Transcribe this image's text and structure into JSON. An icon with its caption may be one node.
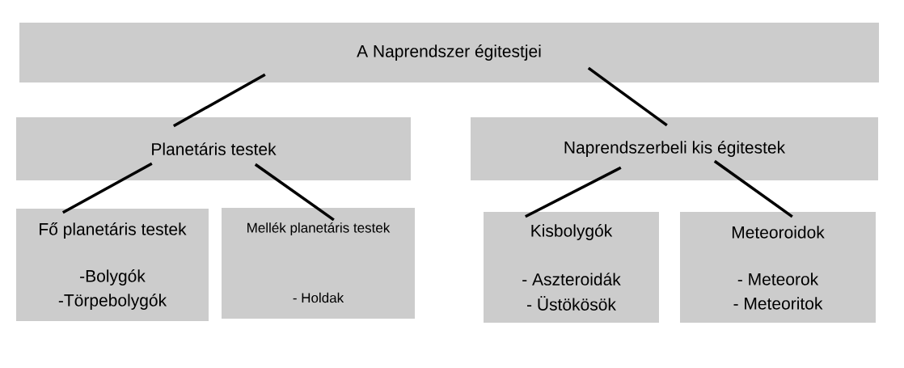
{
  "diagram": {
    "nodes": [
      {
        "text": [
          "A Naprendszer égitestjei"
        ]
      },
      {
        "text": [
          "Planetáris testek"
        ]
      },
      {
        "text": [
          "Naprendszerbeli kis égitestek"
        ]
      },
      {
        "text": [
          "Fő planetáris testek",
          "-Bolygók",
          "-Törpebolygók"
        ]
      },
      {
        "text": [
          "Mellék planetáris testek",
          "- Holdak"
        ]
      },
      {
        "text": [
          "Kisbolygók",
          "- Aszteroidák",
          "- Üstökösök"
        ]
      },
      {
        "text": [
          "Meteoroidok",
          "- Meteorok",
          "- Meteoritok"
        ]
      }
    ],
    "edges": [
      {
        "from": 0,
        "to": 1,
        "arrow": "none"
      },
      {
        "from": 0,
        "to": 2,
        "arrow": "none"
      },
      {
        "from": 1,
        "to": 3,
        "arrow": "none"
      },
      {
        "from": 1,
        "to": 4,
        "arrow": "none"
      },
      {
        "from": 2,
        "to": 5,
        "arrow": "none"
      },
      {
        "from": 2,
        "to": 6,
        "arrow": "none"
      }
    ]
  }
}
